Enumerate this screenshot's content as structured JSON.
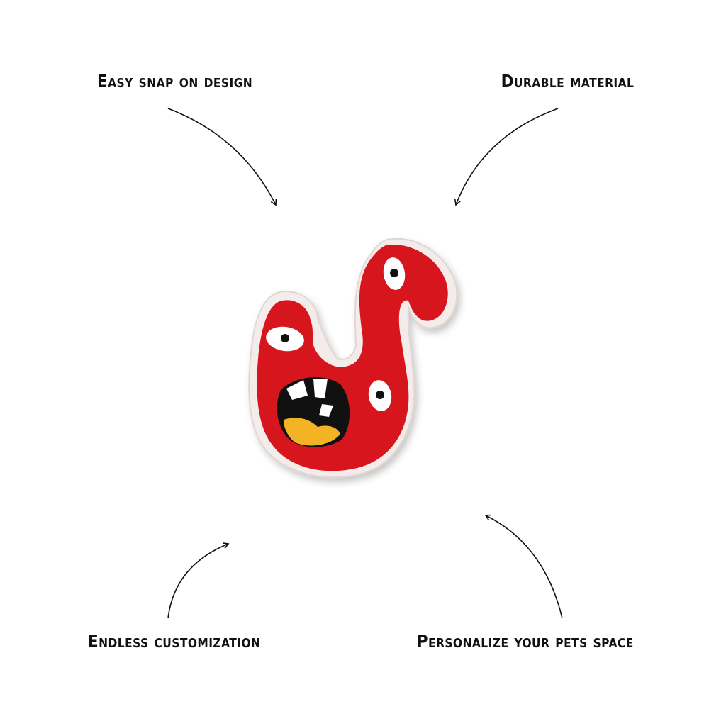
{
  "features": {
    "top_left": "Easy snap on design",
    "top_right": "Durable material",
    "bottom_left": "Endless customization",
    "bottom_right": "Personalize your pets space"
  },
  "product": {
    "icon": "red-monster-letter-s-charm",
    "colors": {
      "body": "#d6151c",
      "rim": "#f3ecea",
      "mouth": "#111111",
      "tongue": "#f4b324",
      "eye_white": "#ffffff"
    }
  },
  "colors": {
    "text": "#111111",
    "arrow": "#111111",
    "background": "#ffffff"
  }
}
